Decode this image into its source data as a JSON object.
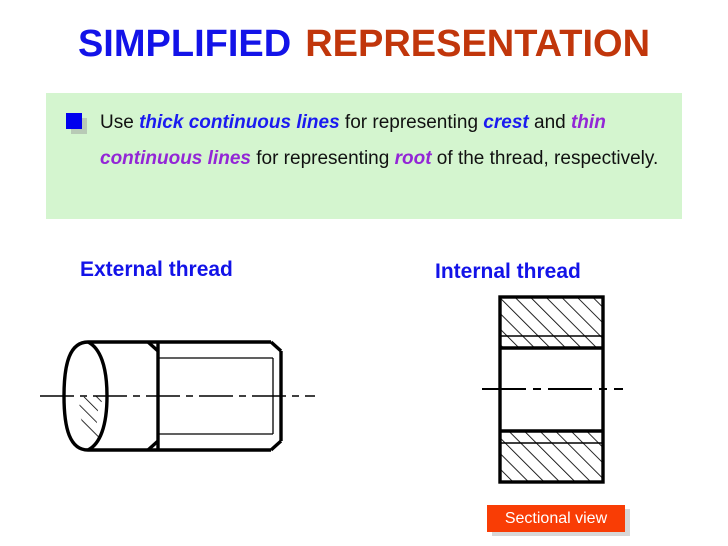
{
  "slide": {
    "title": {
      "part1": "SIMPLIFIED",
      "part2": "REPRESENTATION",
      "part1_color": "#1313e8",
      "part2_color": "#c1360b"
    },
    "body": {
      "background_color": "#d4f5cf",
      "bullet_icon": "blue-square-bullet",
      "bullet_color": "#0000ee",
      "text_segments": [
        {
          "text": "Use ",
          "style": "plain"
        },
        {
          "text": "thick continuous lines",
          "style": "bold-italic-blue"
        },
        {
          "text": " for representing ",
          "style": "plain"
        },
        {
          "text": "crest",
          "style": "bold-italic-blue"
        },
        {
          "text": " and ",
          "style": "plain"
        },
        {
          "text": "thin continuous lines",
          "style": "bold-italic-purple"
        },
        {
          "text": " for representing ",
          "style": "plain"
        },
        {
          "text": "root",
          "style": "bold-italic-purple"
        },
        {
          "text": " of the thread, respectively.",
          "style": "plain"
        }
      ],
      "line1_a": "Use ",
      "line1_b": "thick continuous lines",
      "line1_c": " for representing ",
      "line1_d": "crest",
      "line2_a": "and ",
      "line2_b": "thin continuous lines",
      "line2_c": " for representing ",
      "line2_d": "root",
      "line2_e": " of",
      "line3_a": "the thread, respectively.",
      "emphasis_blue": "#1b1bf0",
      "emphasis_purple": "#9326d6"
    },
    "figures": [
      {
        "caption": "External  thread",
        "caption_color": "#1313e8",
        "type": "external-thread-simplified-view",
        "features": [
          "break-line-s-curve",
          "section-hatching",
          "thick-crest-outline",
          "thin-root-lines",
          "chamfer-left",
          "chamfer-right",
          "dash-dot-centerline"
        ]
      },
      {
        "caption": "Internal  thread",
        "caption_color": "#1313e8",
        "type": "internal-thread-sectional-view",
        "features": [
          "section-hatching",
          "thick-crest-lines",
          "thin-root-lines",
          "dash-dot-centerline"
        ],
        "tag": {
          "label": "Sectional view",
          "background_color": "#f93d05",
          "text_color": "#ffffff"
        }
      }
    ]
  }
}
